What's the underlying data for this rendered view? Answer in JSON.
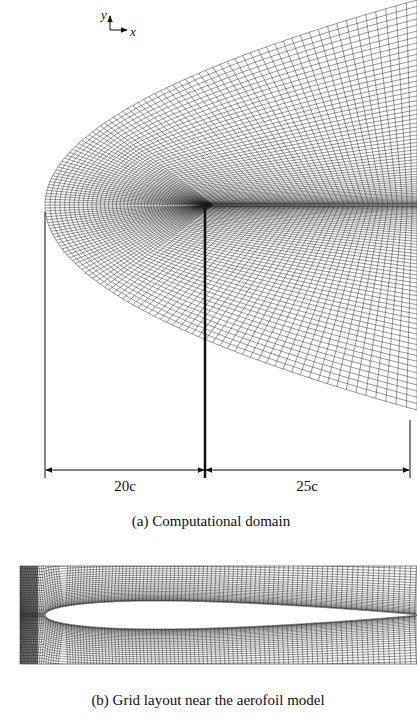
{
  "diagram": {
    "labels": [
      "y",
      "x",
      "20c",
      "25c",
      "(a) Computational domain",
      "(b) Grid layout near the aerofoil model"
    ]
  }
}
